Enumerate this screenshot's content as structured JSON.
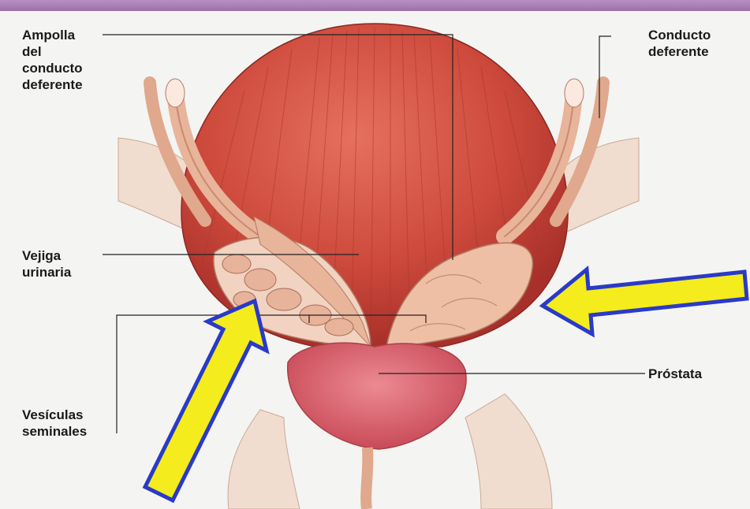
{
  "labels": {
    "ampolla": [
      "Ampolla",
      "del",
      "conducto",
      "deferente"
    ],
    "conducto": [
      "Conducto",
      "deferente"
    ],
    "vejiga": [
      "Vejiga",
      "urinaria"
    ],
    "vesiculas": [
      "Vesículas",
      "seminales"
    ],
    "prostata": "Próstata"
  },
  "colors": {
    "header_bar": "#a77fb4",
    "bladder": "#c9453a",
    "prostate": "#d9606a",
    "seminal_vesicle": "#e8b49a",
    "arrow_fill": "#f4ec1c",
    "arrow_outline": "#2a3ac8"
  },
  "icons": {
    "arrow_1": "arrow-up-right-icon",
    "arrow_2": "arrow-left-icon"
  }
}
